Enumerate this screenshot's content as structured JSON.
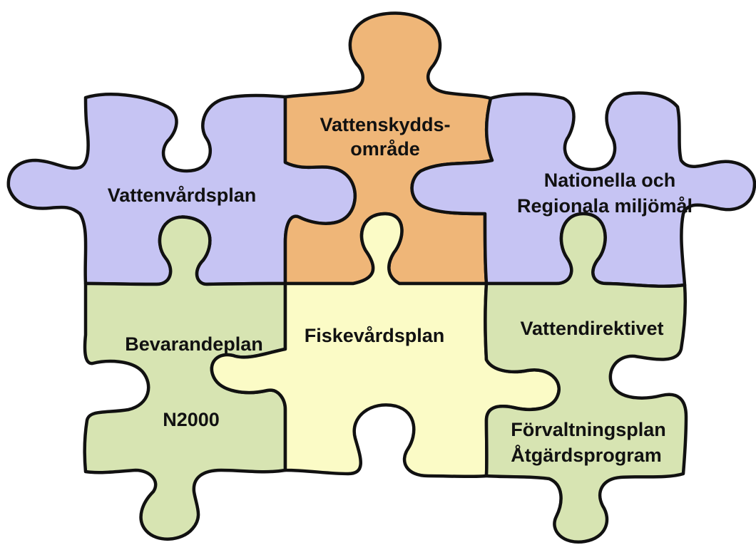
{
  "colors": {
    "blue": "#c6c4f3",
    "orange": "#efb678",
    "green": "#d7e4b2",
    "yellow": "#fbfbc6",
    "outline": "#111111"
  },
  "pieces": {
    "vattenvardsplan": {
      "label": "Vattenvårdsplan",
      "color": "blue"
    },
    "vattenskyddsomrade": {
      "line1": "Vattenskydds-",
      "line2": "område",
      "color": "orange"
    },
    "miljomal": {
      "line1": "Nationella och",
      "line2": "Regionala miljömål",
      "color": "blue"
    },
    "bevarandeplan": {
      "line1": "Bevarandeplan",
      "line2": "N2000",
      "color": "green"
    },
    "fiskevardsplan": {
      "label": "Fiskevårdsplan",
      "color": "yellow"
    },
    "vattendirektivet": {
      "line1": "Vattendirektivet",
      "line2": "Förvaltningsplan",
      "line3": "Åtgärdsprogram",
      "color": "green"
    }
  }
}
